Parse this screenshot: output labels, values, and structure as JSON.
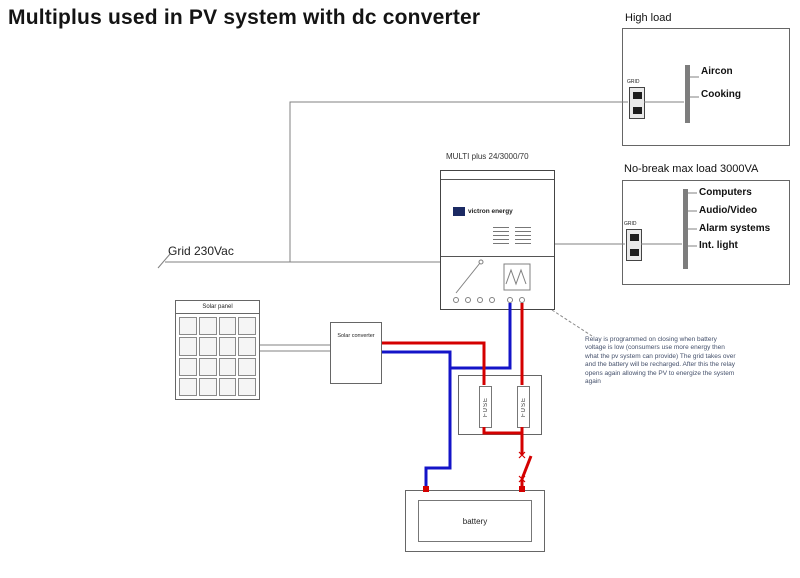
{
  "title": "Multiplus used in PV system with dc converter",
  "grid": {
    "label": "Grid 230Vac"
  },
  "multiplus": {
    "model_label": "MULTI plus 24/3000/70",
    "brand": "victron energy"
  },
  "high_load_panel": {
    "title": "High load",
    "socket_label": "GRID",
    "items": [
      "Aircon",
      "Cooking"
    ]
  },
  "no_break_panel": {
    "title": "No-break max load 3000VA",
    "socket_label": "GRID",
    "items": [
      "Computers",
      "Audio/Video",
      "Alarm systems",
      "Int. light"
    ]
  },
  "solar_panel": {
    "label": "Solar panel"
  },
  "solar_converter": {
    "label": "Solar converter"
  },
  "fuse_box": {
    "fuse_left_label": "FUSE",
    "fuse_right_label": "FUSE"
  },
  "battery": {
    "label": "battery"
  },
  "annotation": {
    "text": "Relay is programmed on closing when battery voltage is low (consumers use more energy then what the pv system can provide) The grid takes over and the battery will be recharged. After this the relay opens again allowing the PV to energize the system again"
  },
  "colors": {
    "positive_wire": "#d40000",
    "negative_wire": "#1414c8",
    "circuit_line": "#808080",
    "box_border": "#666666"
  }
}
